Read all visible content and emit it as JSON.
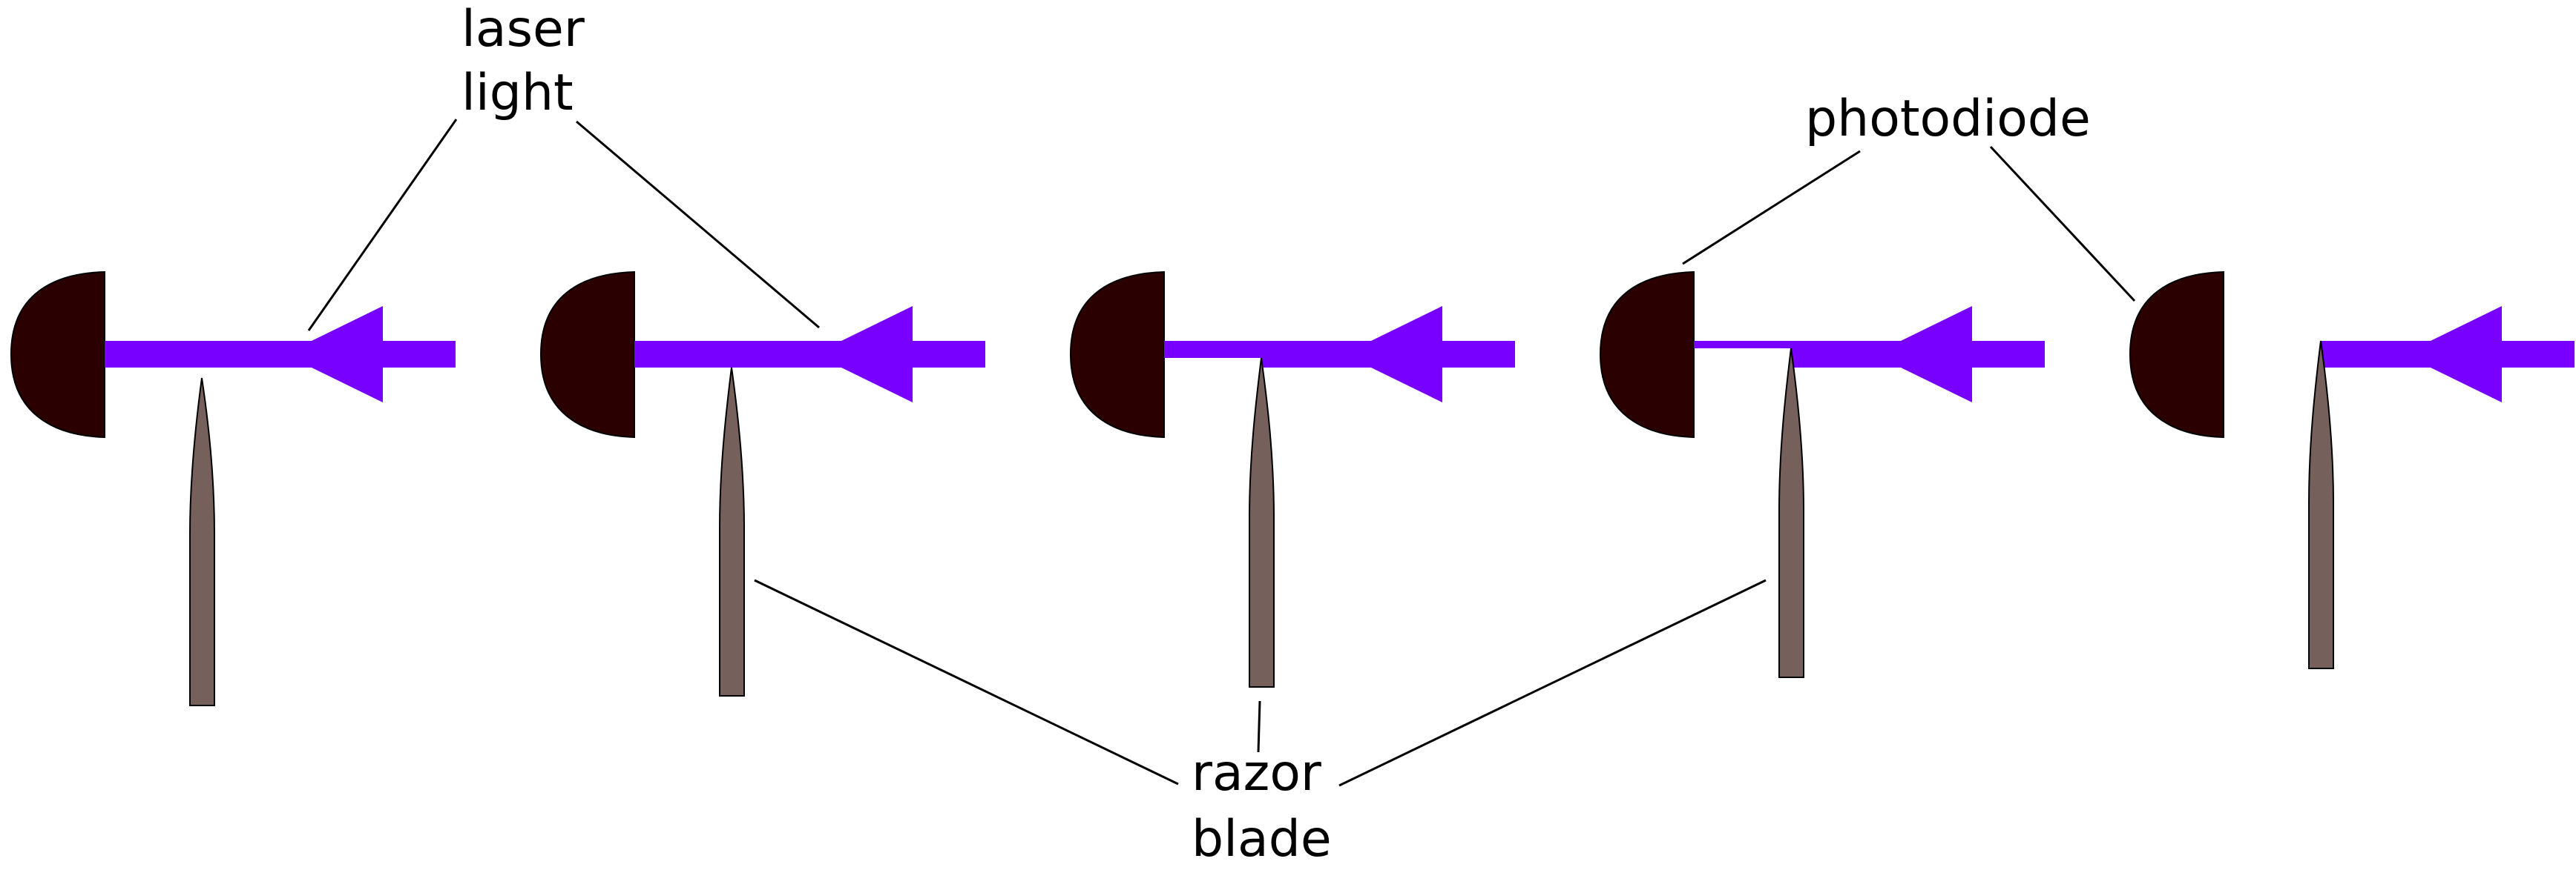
{
  "labels": {
    "laser_line1": "laser",
    "laser_line2": "light",
    "photodiode": "photodiode",
    "razor_line1": "razor",
    "razor_line2": "blade"
  },
  "colors": {
    "laser": "#7700ff",
    "photodiode": "#2a0000",
    "blade": "#76605b",
    "line": "#000000"
  },
  "panels": [
    {
      "stage": 1,
      "blade_position": "below beam, beam fully unobstructed"
    },
    {
      "stage": 2,
      "blade_position": "tip touching beam lower edge"
    },
    {
      "stage": 3,
      "blade_position": "blade cutting lower part of beam"
    },
    {
      "stage": 4,
      "blade_position": "blade cutting most of beam"
    },
    {
      "stage": 5,
      "blade_position": "beam fully blocked"
    }
  ]
}
